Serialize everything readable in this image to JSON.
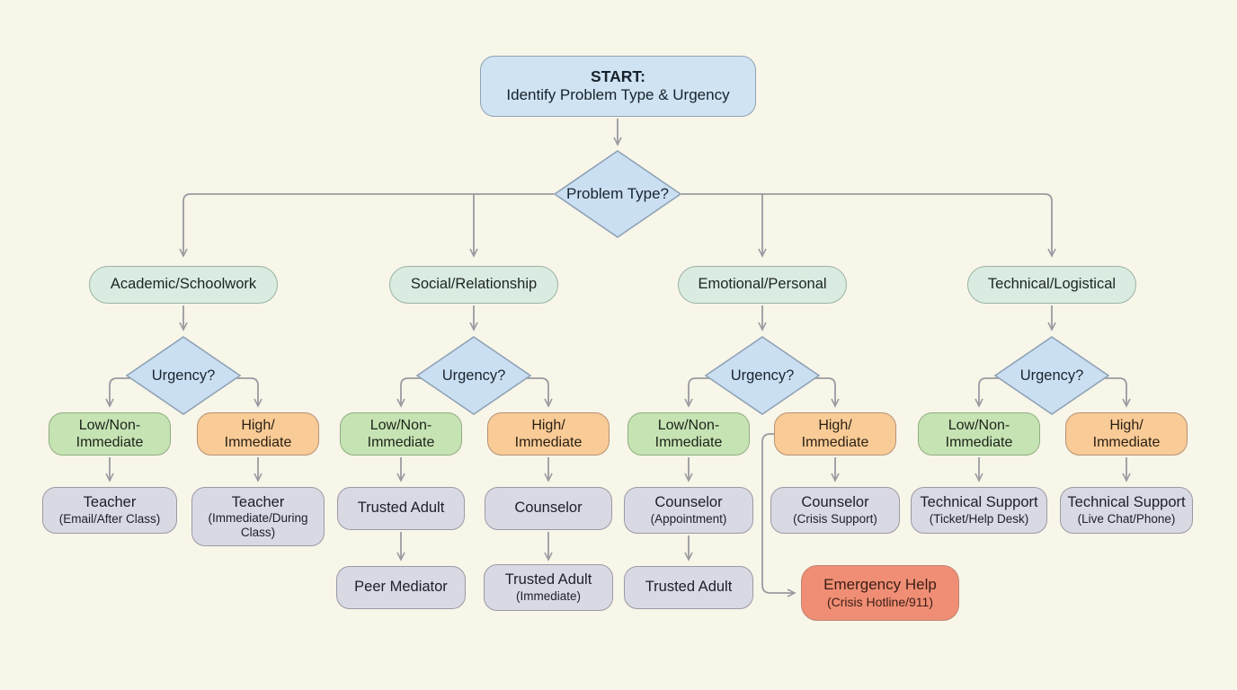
{
  "flowchart": {
    "colors": {
      "background": "#f8f5e9",
      "start_fill": "#cfe3f2",
      "decision_fill": "#cbdff2",
      "category_fill": "#daece1",
      "low_fill": "#c6e3b4",
      "high_fill": "#f9cb97",
      "leaf_fill": "#d9d9e3",
      "emergency_fill": "#ef8e74",
      "connector": "#9a9aa0"
    },
    "start": {
      "line1": "START:",
      "line2": "Identify Problem Type & Urgency"
    },
    "root_decision": {
      "label": "Problem Type?"
    },
    "branches": [
      {
        "category": "Academic/Schoolwork",
        "decision": "Urgency?",
        "low": {
          "line1": "Low/Non-",
          "line2": "Immediate"
        },
        "high": {
          "line1": "High/",
          "line2": "Immediate"
        },
        "low_path": [
          {
            "title": "Teacher",
            "detail": "(Email/After Class)"
          }
        ],
        "high_path": [
          {
            "title": "Teacher",
            "detail": "(Immediate/During Class)"
          }
        ]
      },
      {
        "category": "Social/Relationship",
        "decision": "Urgency?",
        "low": {
          "line1": "Low/Non-",
          "line2": "Immediate"
        },
        "high": {
          "line1": "High/",
          "line2": "Immediate"
        },
        "low_path": [
          {
            "title": "Trusted Adult"
          },
          {
            "title": "Peer Mediator"
          }
        ],
        "high_path": [
          {
            "title": "Counselor"
          },
          {
            "title": "Trusted Adult",
            "detail": "(Immediate)"
          }
        ]
      },
      {
        "category": "Emotional/Personal",
        "decision": "Urgency?",
        "low": {
          "line1": "Low/Non-",
          "line2": "Immediate"
        },
        "high": {
          "line1": "High/",
          "line2": "Immediate"
        },
        "low_path": [
          {
            "title": "Counselor",
            "detail": "(Appointment)"
          },
          {
            "title": "Trusted Adult"
          }
        ],
        "high_path": [
          {
            "title": "Counselor",
            "detail": "(Crisis Support)"
          }
        ],
        "escalation": {
          "title": "Emergency Help",
          "detail": "(Crisis Hotline/911)"
        }
      },
      {
        "category": "Technical/Logistical",
        "decision": "Urgency?",
        "low": {
          "line1": "Low/Non-",
          "line2": "Immediate"
        },
        "high": {
          "line1": "High/",
          "line2": "Immediate"
        },
        "low_path": [
          {
            "title": "Technical Support",
            "detail": "(Ticket/Help Desk)"
          }
        ],
        "high_path": [
          {
            "title": "Technical Support",
            "detail": "(Live Chat/Phone)"
          }
        ]
      }
    ]
  }
}
